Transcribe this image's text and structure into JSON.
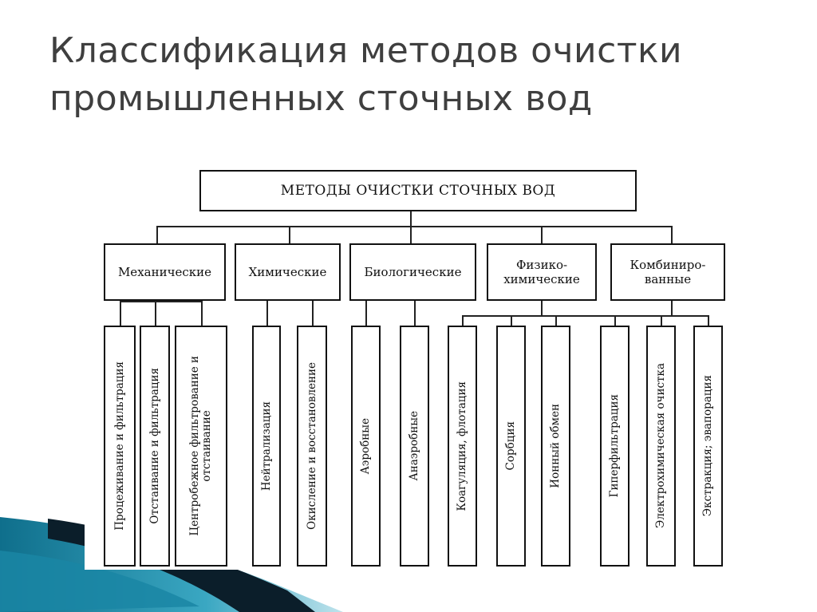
{
  "slide": {
    "title_line1": "Классификация методов очистки",
    "title_line2": "промышленных сточных вод"
  },
  "diagram": {
    "root": "МЕТОДЫ ОЧИСТКИ СТОЧНЫХ ВОД",
    "groups": [
      {
        "label": "Механические",
        "items": [
          "Процеживание и фильтрация",
          "Отстаивание и фильтрация",
          "Центробежное фильтрование и\nотстаивание"
        ]
      },
      {
        "label": "Химические",
        "items": [
          "Нейтрализация",
          "Окисление и восстановление"
        ]
      },
      {
        "label": "Биологические",
        "items": [
          "Аэробные",
          "Анаэробные"
        ]
      },
      {
        "label": "Физико-\nхимические",
        "items": [
          "Коагуляция, флотация",
          "Сорбция",
          "Ионный обмен"
        ]
      },
      {
        "label": "Комбиниро-\nванные",
        "items": [
          "Гиперфильтрация",
          "Электрохимическая очистка",
          "Экстракция; эвапорация"
        ]
      }
    ]
  },
  "colors": {
    "line": "#111111",
    "title": "#3f3f3f",
    "accent_teal": "#1d8aa8",
    "accent_dark": "#0b1e2a"
  }
}
